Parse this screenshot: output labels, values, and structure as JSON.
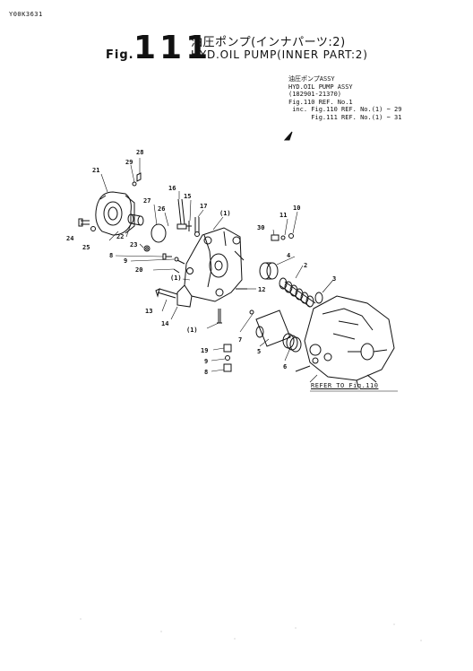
{
  "doc_code": "Y00K3631",
  "figure": {
    "prefix": "Fig.",
    "number": "111",
    "title_jp": "油圧ポンプ(インナパーツ:2)",
    "title_en": "HYD.OIL PUMP(INNER PART:2)"
  },
  "assy_info": [
    "油圧ポンプASSY",
    "HYD.OIL PUMP ASSY",
    "(182901-21370)",
    "Fig.110 REF. No.1",
    " inc. Fig.110 REF. No.(1) ~ 29",
    "      Fig.111 REF. No.(1) ~ 31"
  ],
  "refer_note": "REFER TO Fig.110",
  "part_labels": {
    "p28": "28",
    "p29": "29",
    "p21": "21",
    "p16": "16",
    "p15": "15",
    "p17": "17",
    "p27": "27",
    "p26": "26",
    "p1a": "(1)",
    "p11": "11",
    "p10": "10",
    "p30": "30",
    "p24": "24",
    "p25": "25",
    "p22": "22",
    "p23": "23",
    "p8a": "8",
    "p9a": "9",
    "p4": "4",
    "p2": "2",
    "p20": "20",
    "p3": "3",
    "p1b": "(1)",
    "p12": "12",
    "p13": "13",
    "p14": "14",
    "p1c": "(1)",
    "p7": "7",
    "p5": "5",
    "p6": "6",
    "p19": "19",
    "p9b": "9",
    "p8b": "8"
  }
}
